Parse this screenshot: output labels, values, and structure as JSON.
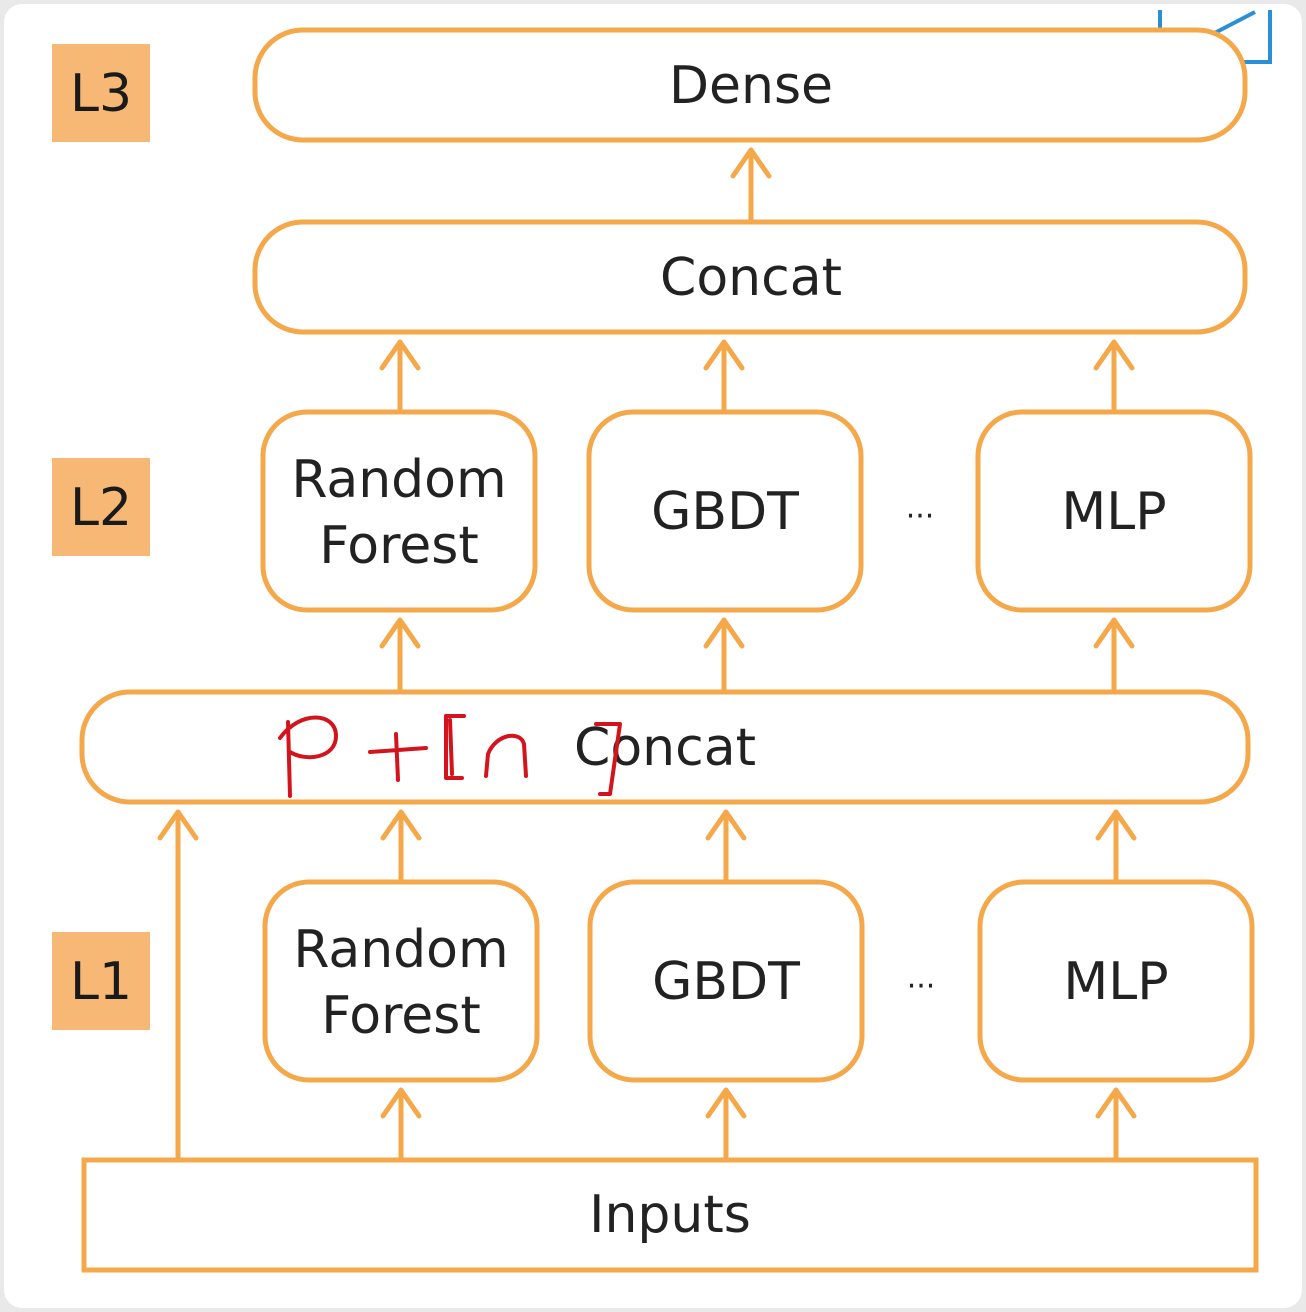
{
  "layers": {
    "l3": "L3",
    "l2": "L2",
    "l1": "L1"
  },
  "nodes": {
    "dense": "Dense",
    "concat_top": "Concat",
    "concat_mid": "Concat",
    "inputs": "Inputs",
    "l2_random_forest": [
      "Random",
      "Forest"
    ],
    "l2_gbdt": "GBDT",
    "l2_mlp": "MLP",
    "l1_random_forest": [
      "Random",
      "Forest"
    ],
    "l1_gbdt": "GBDT",
    "l1_mlp": "MLP"
  },
  "ellipsis": "...",
  "annotation": {
    "handwritten": "P+[n]"
  },
  "colors": {
    "stroke": "#f4a84a",
    "layer_tag": "#f7b876",
    "ink": "#d4141c",
    "text": "#222222"
  }
}
